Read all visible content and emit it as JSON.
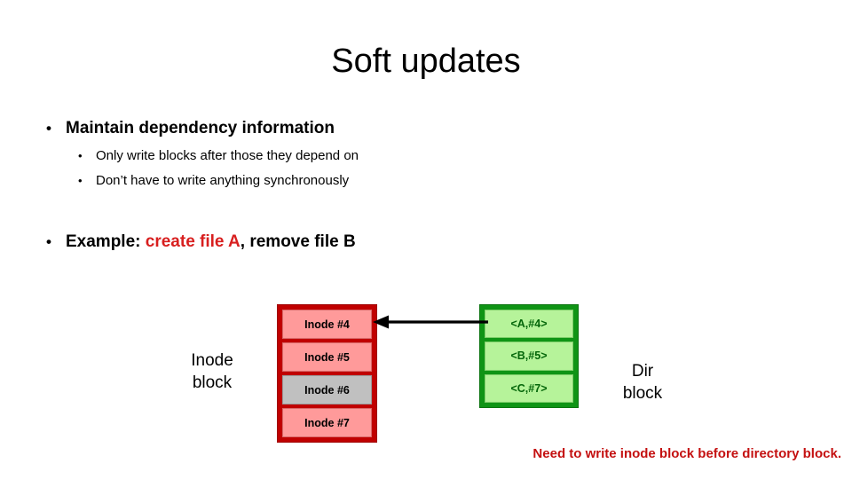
{
  "slide": {
    "title": "Soft updates",
    "bullets": [
      {
        "level": 1,
        "marker": "•",
        "text": "Maintain dependency information"
      },
      {
        "level": 2,
        "marker": "•",
        "text": "Only write blocks after those they depend on"
      },
      {
        "level": 2,
        "marker": "•",
        "text": "Don’t have to write anything synchronously"
      }
    ],
    "example": {
      "marker": "•",
      "prefix": "Example: ",
      "highlight": "create file A",
      "suffix": ", remove file B"
    },
    "footer_note": "Need to write inode block before directory block."
  },
  "diagram": {
    "inode_block": {
      "caption": "Inode\nblock",
      "caption_line1": "Inode",
      "caption_line2": "block",
      "frame_color": "#c00000",
      "cell_color": "#ff9a9a",
      "highlight_color": "#c0c0c0",
      "cells": [
        {
          "label": "Inode #4",
          "state": "normal"
        },
        {
          "label": "Inode #5",
          "state": "normal"
        },
        {
          "label": "Inode #6",
          "state": "highlighted"
        },
        {
          "label": "Inode #7",
          "state": "normal"
        }
      ]
    },
    "dir_block": {
      "caption_line1": "Dir",
      "caption_line2": "block",
      "frame_color": "#0f9415",
      "cell_color": "#b6f39a",
      "text_color": "#04660a",
      "cells": [
        {
          "label": "<A,#4>"
        },
        {
          "label": "<B,#5>"
        },
        {
          "label": "<C,#7>"
        }
      ]
    },
    "arrow": {
      "name": "dependency-arrow",
      "direction": "right-to-left",
      "from": "dir_block",
      "to": "inode_block",
      "color": "#000000"
    }
  },
  "colors": {
    "accent_red": "#c00000",
    "highlight_red": "#d81f1f",
    "note_red": "#c41010",
    "accent_green": "#0f9415",
    "background": "#ffffff"
  }
}
